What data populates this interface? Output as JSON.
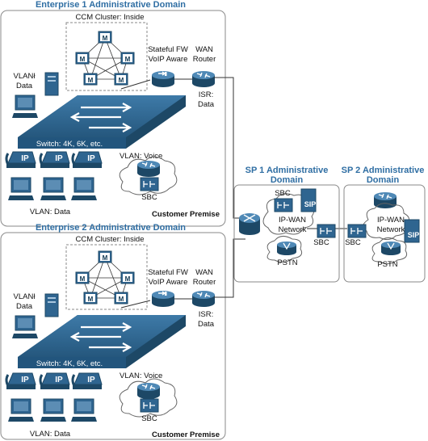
{
  "enterprise1": {
    "title": "Enterprise 1 Administrative Domain",
    "ccm_cluster": "CCM Cluster: Inside",
    "firewall": [
      "Stateful FW",
      "VoIP Aware"
    ],
    "wan_router": [
      "WAN",
      "Router"
    ],
    "isr": [
      "ISR:",
      "Data"
    ],
    "vlan_data_top": [
      "VLANł",
      "Data"
    ],
    "switch_label": "Switch: 4K, 6K, etc.",
    "vlan_voice": "VLAN: Voice",
    "sbc": "SBC",
    "vlan_data_bottom": "VLAN: Data",
    "premise": "Customer Premise",
    "server_letter": "M",
    "phone_label": "IP"
  },
  "enterprise2": {
    "title": "Enterprise 2 Administrative Domain",
    "ccm_cluster": "CCM Cluster: Inside",
    "firewall": [
      "Stateful FW",
      "VoIP Aware"
    ],
    "wan_router": [
      "WAN",
      "Router"
    ],
    "isr": [
      "ISR:",
      "Data"
    ],
    "vlan_data_top": [
      "VLANł",
      "Data"
    ],
    "switch_label": "Switch: 4K, 6K, etc.",
    "vlan_voice": "VLAN: Voice",
    "sbc": "SBC",
    "vlan_data_bottom": "VLAN: Data",
    "premise": "Customer Premise",
    "server_letter": "M",
    "phone_label": "IP"
  },
  "sp1": {
    "title": [
      "SP 1 Administrative",
      "Domain"
    ],
    "sbc_top": "SBC",
    "network": [
      "IP-WAN",
      "Network"
    ],
    "sbc_right": "SBC",
    "pstn": "PSTN",
    "sip": "SIP"
  },
  "sp2": {
    "title": [
      "SP 2 Administrative",
      "Domain"
    ],
    "sbc": "SBC",
    "network": [
      "IP-WAN",
      "Network"
    ],
    "pstn": "PSTN",
    "sip": "SIP"
  },
  "colors": {
    "device": "#2f6590",
    "device_dark": "#1d4866",
    "device_light": "#5c8db4",
    "title": "#2f6ea3",
    "border": "#8a8a8a",
    "link": "#333333"
  }
}
